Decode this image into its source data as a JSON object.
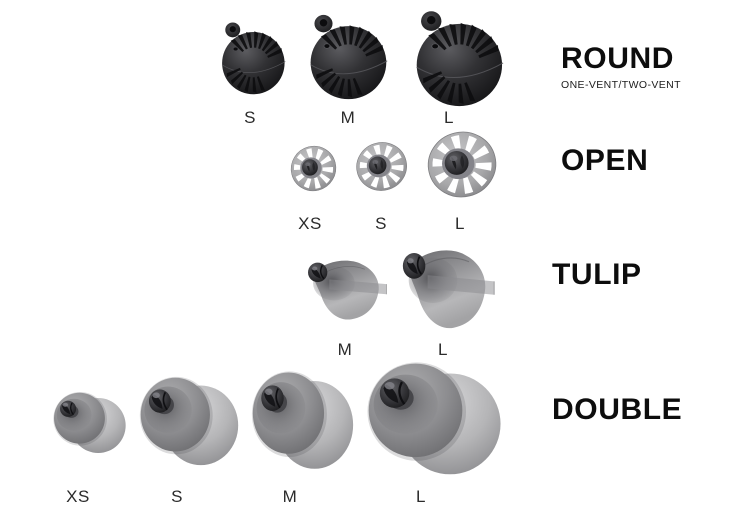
{
  "page": {
    "background": "#ffffff",
    "description": "Hearing-aid ear-tip dome size chart"
  },
  "colors": {
    "heading_text": "#0d0d0d",
    "label_text": "#2b2b2b",
    "dark_dome": "#232326",
    "open_ring": "#a8a8aa",
    "tulip_dome": "#a3a3a5",
    "double_front_dome": "#8d8d90",
    "double_back_dome": "#b5b5b7"
  },
  "families": [
    {
      "name": "ROUND",
      "subtitle": "ONE-VENT/TWO-VENT",
      "items": [
        {
          "size": "S"
        },
        {
          "size": "M"
        },
        {
          "size": "L"
        }
      ]
    },
    {
      "name": "OPEN",
      "items": [
        {
          "size": "XS"
        },
        {
          "size": "S"
        },
        {
          "size": "L"
        }
      ]
    },
    {
      "name": "TULIP",
      "items": [
        {
          "size": "M"
        },
        {
          "size": "L"
        }
      ]
    },
    {
      "name": "DOUBLE",
      "items": [
        {
          "size": "XS"
        },
        {
          "size": "S"
        },
        {
          "size": "M"
        },
        {
          "size": "L"
        }
      ]
    }
  ]
}
